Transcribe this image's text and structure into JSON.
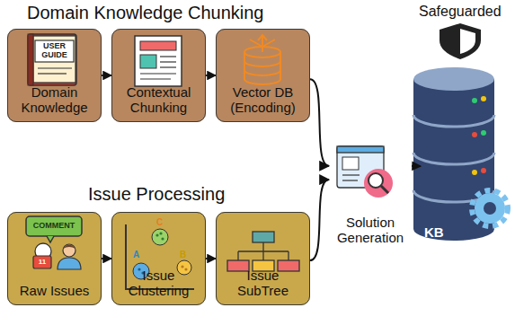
{
  "diagram": {
    "nodes": [
      {
        "text": [
          "Domain Knowledge"
        ]
      },
      {
        "text": [
          "Contextual Chunking"
        ]
      },
      {
        "text": [
          "Vector DB (Encoding)"
        ]
      },
      {
        "text": [
          "Raw Issues"
        ]
      },
      {
        "text": [
          "Issue Clustering"
        ]
      },
      {
        "text": [
          "Issue SubTree"
        ]
      },
      {
        "text": [
          "Solution Generation"
        ]
      },
      {
        "text": [
          "KB"
        ]
      }
    ],
    "edges": [
      {
        "from": 0,
        "to": 1,
        "arrow": "to"
      },
      {
        "from": 1,
        "to": 2,
        "arrow": "to"
      },
      {
        "from": 3,
        "to": 4,
        "arrow": "to"
      },
      {
        "from": 4,
        "to": 5,
        "arrow": "to"
      },
      {
        "from": 2,
        "to": 6,
        "arrow": "to"
      },
      {
        "from": 5,
        "to": 6,
        "arrow": "to"
      },
      {
        "from": 6,
        "to": 7,
        "arrow": "to"
      }
    ],
    "labels": [
      "Domain Knowledge Chunking",
      "Issue Processing",
      "Safeguarded",
      "USER GUIDE",
      "COMMENT",
      "11",
      "C",
      "B",
      "A"
    ]
  }
}
